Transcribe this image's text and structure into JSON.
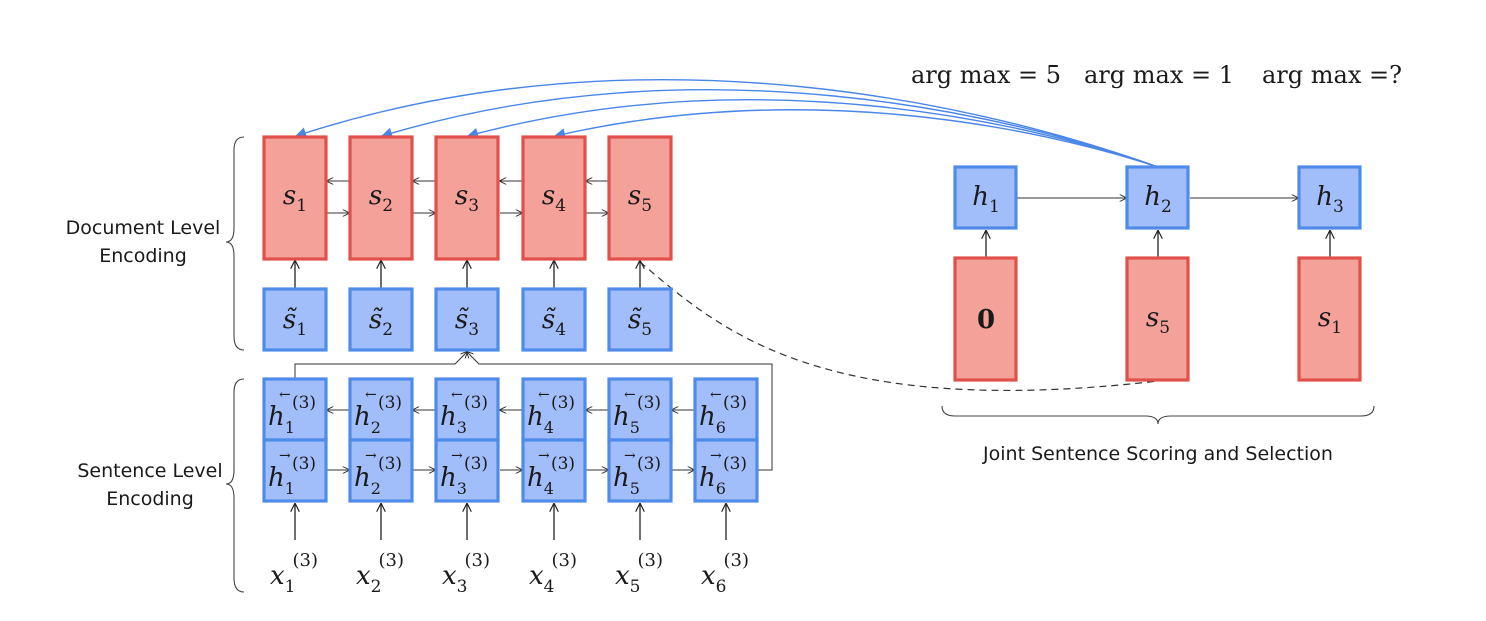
{
  "labels": {
    "document_level": [
      "Document Level",
      "Encoding"
    ],
    "sentence_level": [
      "Sentence Level",
      "Encoding"
    ],
    "joint": "Joint Sentence Scoring and Selection"
  },
  "argmax": [
    {
      "label": "arg max",
      "value": "5"
    },
    {
      "label": "arg max",
      "value": "1"
    },
    {
      "label": "arg max",
      "value": "?"
    }
  ],
  "doc_states": [
    {
      "base": "s",
      "sub": "1"
    },
    {
      "base": "s",
      "sub": "2"
    },
    {
      "base": "s",
      "sub": "3"
    },
    {
      "base": "s",
      "sub": "4"
    },
    {
      "base": "s",
      "sub": "5"
    }
  ],
  "sent_reps": [
    {
      "base": "s̃",
      "sub": "1"
    },
    {
      "base": "s̃",
      "sub": "2"
    },
    {
      "base": "s̃",
      "sub": "3"
    },
    {
      "base": "s̃",
      "sub": "4"
    },
    {
      "base": "s̃",
      "sub": "5"
    }
  ],
  "bwd_states": [
    {
      "base": "h",
      "sub": "1",
      "sup": "(3)"
    },
    {
      "base": "h",
      "sub": "2",
      "sup": "(3)"
    },
    {
      "base": "h",
      "sub": "3",
      "sup": "(3)"
    },
    {
      "base": "h",
      "sub": "4",
      "sup": "(3)"
    },
    {
      "base": "h",
      "sub": "5",
      "sup": "(3)"
    },
    {
      "base": "h",
      "sub": "6",
      "sup": "(3)"
    }
  ],
  "fwd_states": [
    {
      "base": "h",
      "sub": "1",
      "sup": "(3)"
    },
    {
      "base": "h",
      "sub": "2",
      "sup": "(3)"
    },
    {
      "base": "h",
      "sub": "3",
      "sup": "(3)"
    },
    {
      "base": "h",
      "sub": "4",
      "sup": "(3)"
    },
    {
      "base": "h",
      "sub": "5",
      "sup": "(3)"
    },
    {
      "base": "h",
      "sub": "6",
      "sup": "(3)"
    }
  ],
  "inputs": [
    {
      "base": "x",
      "sub": "1",
      "sup": "(3)"
    },
    {
      "base": "x",
      "sub": "2",
      "sup": "(3)"
    },
    {
      "base": "x",
      "sub": "3",
      "sup": "(3)"
    },
    {
      "base": "x",
      "sub": "4",
      "sup": "(3)"
    },
    {
      "base": "x",
      "sub": "5",
      "sup": "(3)"
    },
    {
      "base": "x",
      "sub": "6",
      "sup": "(3)"
    }
  ],
  "selector_states": [
    {
      "base": "h",
      "sub": "1"
    },
    {
      "base": "h",
      "sub": "2"
    },
    {
      "base": "h",
      "sub": "3"
    }
  ],
  "selector_inputs": [
    {
      "text": "0",
      "bold": true
    },
    {
      "base": "s",
      "sub": "5"
    },
    {
      "base": "s",
      "sub": "1"
    }
  ],
  "colors": {
    "red_fill": "#f4a19a",
    "red_stroke": "#e2504a",
    "blue_fill": "#a1bdfa",
    "blue_stroke": "#4f8cea",
    "curve": "#4a86e8"
  }
}
